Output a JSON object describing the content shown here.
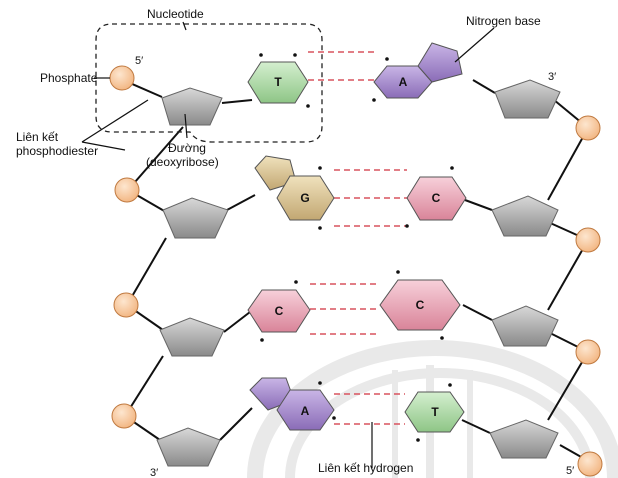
{
  "labels": {
    "nucleotide": "Nucleotide",
    "nitrogen_base": "Nitrogen base",
    "phosphate": "Phosphate",
    "phosphodiester_line1": "Liên kết",
    "phosphodiester_line2": "phosphodiester",
    "sugar_line1": "Đường",
    "sugar_line2": "(deoxyribose)",
    "hydrogen_bond": "Liên kết hydrogen"
  },
  "strand_ends": {
    "left_top": "5′",
    "right_top": "3′",
    "left_bottom": "3′",
    "right_bottom": "5′"
  },
  "base_pairs": [
    {
      "left": "T",
      "right": "A",
      "h_bonds": 2
    },
    {
      "left": "G",
      "right": "C",
      "h_bonds": 3
    },
    {
      "left": "C",
      "right": "C",
      "h_bonds": 3
    },
    {
      "left": "A",
      "right": "T",
      "h_bonds": 2
    }
  ],
  "colors": {
    "phosphate": "#f7c79a",
    "sugar": "#9e9e9e",
    "thymine": "#a9d8a2",
    "adenine": "#a88dcb",
    "guanine": "#cfb98c",
    "cytosine": "#e8a3b3",
    "hydrogen_bond": "#d9535f"
  }
}
